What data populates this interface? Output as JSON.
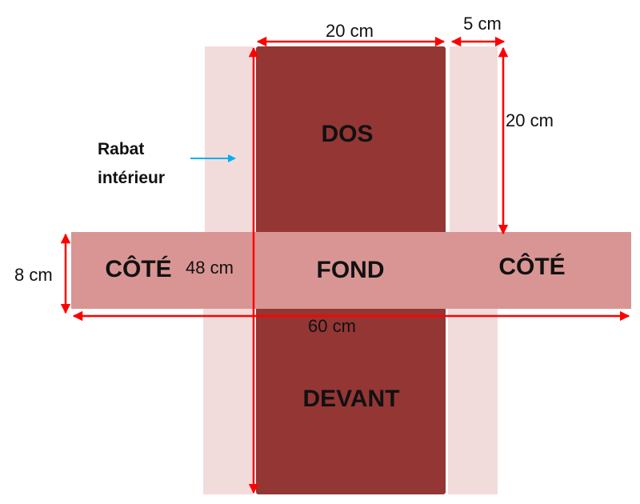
{
  "colors": {
    "panel_dark": "#943634",
    "panel_mid": "#D99594",
    "panel_light": "#F2DCDB",
    "dimension_arrow": "#FF0000",
    "pointer_arrow": "#00B0F0"
  },
  "labels": {
    "dos": "DOS",
    "fond": "FOND",
    "devant": "DEVANT",
    "cote_left": "CÔTÉ",
    "cote_right": "CÔTÉ",
    "rabat_line1": "Rabat",
    "rabat_line2": "intérieur"
  },
  "dimensions": {
    "width_20": "20 cm",
    "flap_5": "5 cm",
    "height_20": "20 cm",
    "depth_8": "8 cm",
    "length_48": "48 cm",
    "length_60": "60 cm"
  }
}
